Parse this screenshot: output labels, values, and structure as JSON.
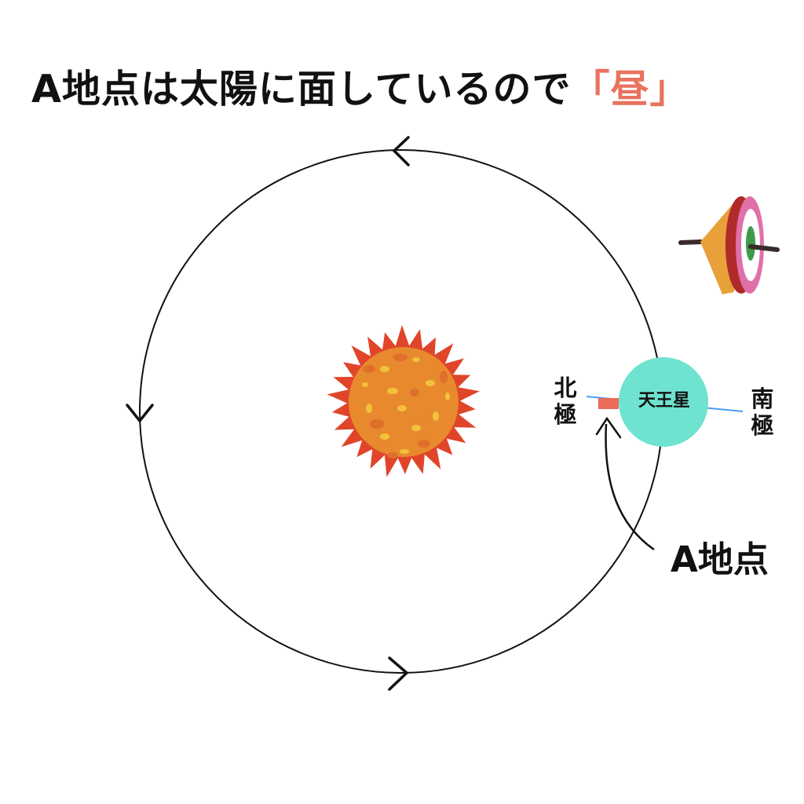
{
  "title": {
    "text": "A地点は太陽に面しているので",
    "highlight": "「昼」",
    "highlight_color": "#E8735E"
  },
  "planet": {
    "name": "天王星",
    "color": "#6EE3D0"
  },
  "poles": {
    "north": [
      "北",
      "極"
    ],
    "south": [
      "南",
      "極"
    ]
  },
  "point_label": "A地点",
  "colors": {
    "sun_rays": "#E0452A",
    "sun_disk": "#E8892E",
    "axis": "#4A9CF0",
    "point_marker": "#EB6A5A"
  },
  "icons": [
    "sun-illustration",
    "spinning-top-illustration",
    "orbit-direction-arrows"
  ]
}
